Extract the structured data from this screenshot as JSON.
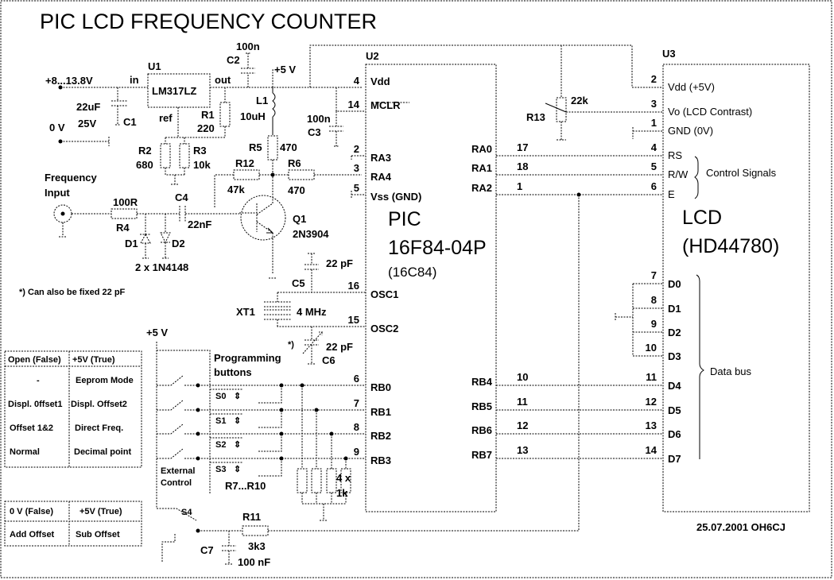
{
  "title": "PIC LCD FREQUENCY COUNTER",
  "signature": "25.07.2001 OH6CJ",
  "footnote": "*) Can also be fixed 22 pF",
  "power": {
    "input_label": "+8...13.8V",
    "ground_label": "0 V",
    "vcc_label": "+5 V",
    "vcc_label_2": "+5 V"
  },
  "regulator": {
    "ref": "U1",
    "part": "LM317LZ",
    "pin_in": "in",
    "pin_out": "out",
    "pin_ref": "ref"
  },
  "components": {
    "C1": {
      "ref": "C1",
      "value": "22uF",
      "value2": "25V"
    },
    "C2": {
      "ref": "C2",
      "value": "100n"
    },
    "C3": {
      "ref": "C3",
      "value": "100n"
    },
    "C4": {
      "ref": "C4",
      "value": "22nF"
    },
    "C5": {
      "ref": "C5",
      "value": "22 pF"
    },
    "C6": {
      "ref": "C6",
      "value": "22 pF",
      "mark": "*)"
    },
    "C7": {
      "ref": "C7",
      "value": "100 nF"
    },
    "R1": {
      "ref": "R1",
      "value": "220"
    },
    "R2": {
      "ref": "R2",
      "value": "680"
    },
    "R3": {
      "ref": "R3",
      "value": "10k"
    },
    "R4": {
      "ref": "R4",
      "value": "100R"
    },
    "R5": {
      "ref": "R5",
      "value": "470"
    },
    "R6": {
      "ref": "R6",
      "value": "470"
    },
    "R12": {
      "ref": "R12",
      "value": "47k"
    },
    "R11": {
      "ref": "R11",
      "value": "3k3"
    },
    "R13": {
      "ref": "R13",
      "value": "22k"
    },
    "R7_10": {
      "ref": "R7...R10",
      "value": "4 x",
      "value2": "1k"
    },
    "L1": {
      "ref": "L1",
      "value": "10uH"
    },
    "Q1": {
      "ref": "Q1",
      "value": "2N3904"
    },
    "D1": {
      "ref": "D1"
    },
    "D2": {
      "ref": "D2"
    },
    "diodes": "2 x 1N4148",
    "XT1": {
      "ref": "XT1",
      "value": "4 MHz"
    },
    "S4": {
      "ref": "S4"
    }
  },
  "frequency_input": {
    "line1": "Frequency",
    "line2": "Input"
  },
  "pic": {
    "ref": "U2",
    "name1": "PIC",
    "name2": "16F84-04P",
    "name3": "(16C84)",
    "left_pins": [
      {
        "num": "4",
        "name": "Vdd"
      },
      {
        "num": "14",
        "name": "MCLR"
      },
      {
        "num": "2",
        "name": "RA3"
      },
      {
        "num": "3",
        "name": "RA4"
      },
      {
        "num": "5",
        "name": "Vss (GND)"
      },
      {
        "num": "16",
        "name": "OSC1"
      },
      {
        "num": "15",
        "name": "OSC2"
      },
      {
        "num": "6",
        "name": "RB0"
      },
      {
        "num": "7",
        "name": "RB1"
      },
      {
        "num": "8",
        "name": "RB2"
      },
      {
        "num": "9",
        "name": "RB3"
      }
    ],
    "right_pins": [
      {
        "num": "17",
        "name": "RA0"
      },
      {
        "num": "18",
        "name": "RA1"
      },
      {
        "num": "1",
        "name": "RA2"
      },
      {
        "num": "10",
        "name": "RB4"
      },
      {
        "num": "11",
        "name": "RB5"
      },
      {
        "num": "12",
        "name": "RB6"
      },
      {
        "num": "13",
        "name": "RB7"
      }
    ]
  },
  "lcd": {
    "ref": "U3",
    "name1": "LCD",
    "name2": "(HD44780)",
    "pins": [
      {
        "num": "2",
        "name": "Vdd (+5V)"
      },
      {
        "num": "3",
        "name": "Vo (LCD Contrast)"
      },
      {
        "num": "1",
        "name": "GND (0V)"
      },
      {
        "num": "4",
        "name": "RS"
      },
      {
        "num": "5",
        "name": "R/W"
      },
      {
        "num": "6",
        "name": "E"
      },
      {
        "num": "7",
        "name": "D0"
      },
      {
        "num": "8",
        "name": "D1"
      },
      {
        "num": "9",
        "name": "D2"
      },
      {
        "num": "10",
        "name": "D3"
      },
      {
        "num": "11",
        "name": "D4"
      },
      {
        "num": "12",
        "name": "D5"
      },
      {
        "num": "13",
        "name": "D6"
      },
      {
        "num": "14",
        "name": "D7"
      }
    ],
    "control_label": "Control Signals",
    "data_label": "Data bus"
  },
  "buttons": {
    "title1": "Programming",
    "title2": "buttons",
    "labels": [
      "S0",
      "S1",
      "S2",
      "S3"
    ],
    "external1": "External",
    "external2": "Control"
  },
  "table1": {
    "headers": [
      "Open (False)",
      "+5V  (True)"
    ],
    "rows": [
      [
        "-",
        "Eeprom Mode"
      ],
      [
        "Displ. 0ffset1",
        "Displ. Offset2"
      ],
      [
        "Offset 1&2",
        "Direct Freq."
      ],
      [
        "Normal",
        "Decimal point"
      ]
    ]
  },
  "table2": {
    "headers": [
      "0 V (False)",
      "+5V  (True)"
    ],
    "rows": [
      [
        "Add Offset",
        "Sub Offset"
      ]
    ]
  }
}
